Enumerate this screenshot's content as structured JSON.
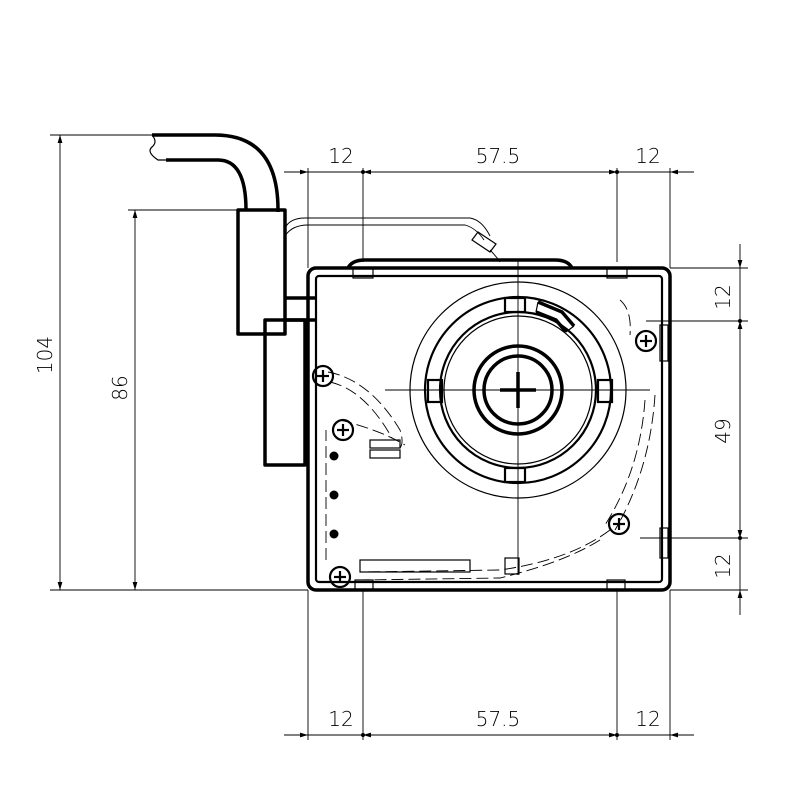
{
  "dimensions": {
    "top": {
      "left": "12",
      "middle": "57.5",
      "right": "12"
    },
    "bottom": {
      "left": "12",
      "middle": "57.5",
      "right": "12"
    },
    "left": {
      "overall_height": "104",
      "body_height": "86"
    },
    "right": {
      "top_offset": "12",
      "center_span": "49",
      "bottom_offset": "12"
    }
  }
}
